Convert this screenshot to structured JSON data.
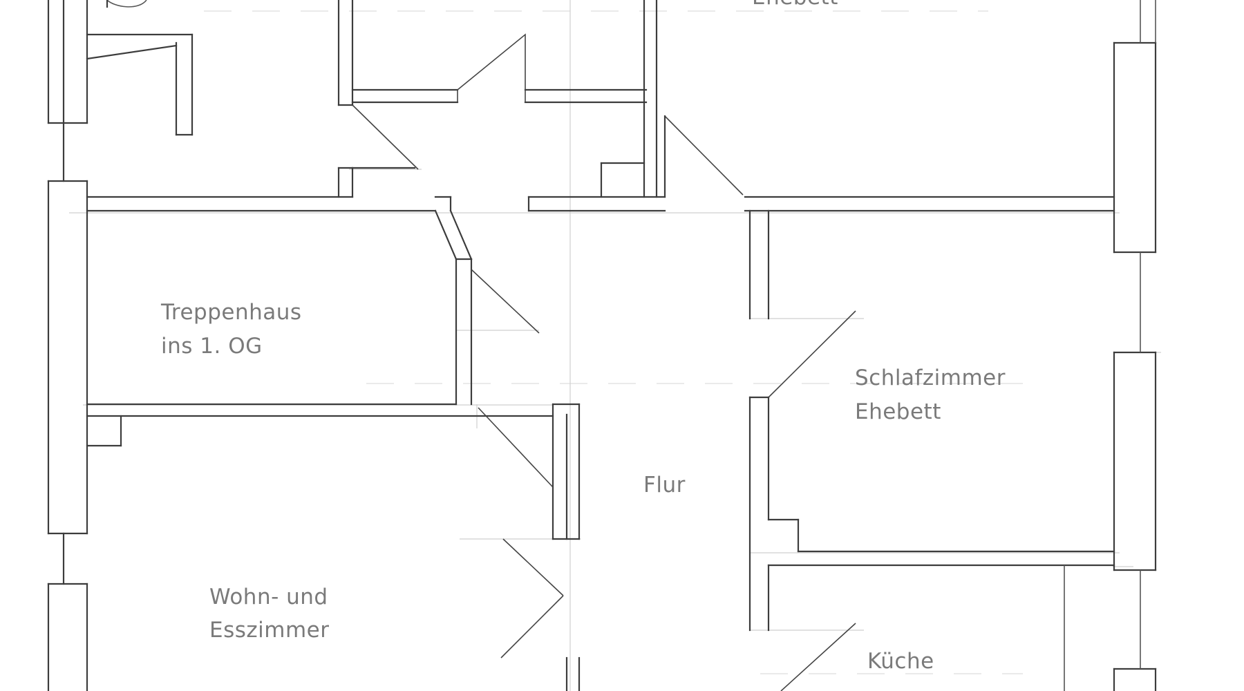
{
  "rooms": [
    {
      "id": "top-bedroom",
      "lines": [
        "Ehebett"
      ]
    },
    {
      "id": "stairwell",
      "lines": [
        "Treppenhaus",
        "ins 1. OG"
      ]
    },
    {
      "id": "bedroom",
      "lines": [
        "Schlafzimmer",
        "Ehebett"
      ]
    },
    {
      "id": "hallway",
      "lines": [
        "Flur"
      ]
    },
    {
      "id": "living",
      "lines": [
        "Wohn- und",
        "Esszimmer"
      ]
    },
    {
      "id": "kitchen",
      "lines": [
        "Küche"
      ]
    }
  ],
  "colors": {
    "wall": "#3c3c3c",
    "label": "#7a7a7a",
    "guide": "#cfcfcf",
    "background": "#ffffff"
  }
}
